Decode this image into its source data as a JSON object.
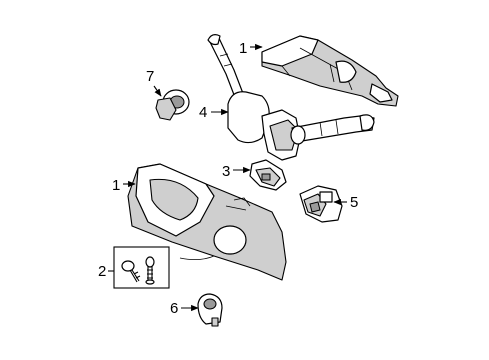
{
  "callouts": [
    {
      "id": "c1a",
      "text": "1"
    },
    {
      "id": "c7",
      "text": "7"
    },
    {
      "id": "c4",
      "text": "4"
    },
    {
      "id": "c3",
      "text": "3"
    },
    {
      "id": "c1b",
      "text": "1"
    },
    {
      "id": "c5",
      "text": "5"
    },
    {
      "id": "c2",
      "text": "2"
    },
    {
      "id": "c6",
      "text": "6"
    }
  ]
}
